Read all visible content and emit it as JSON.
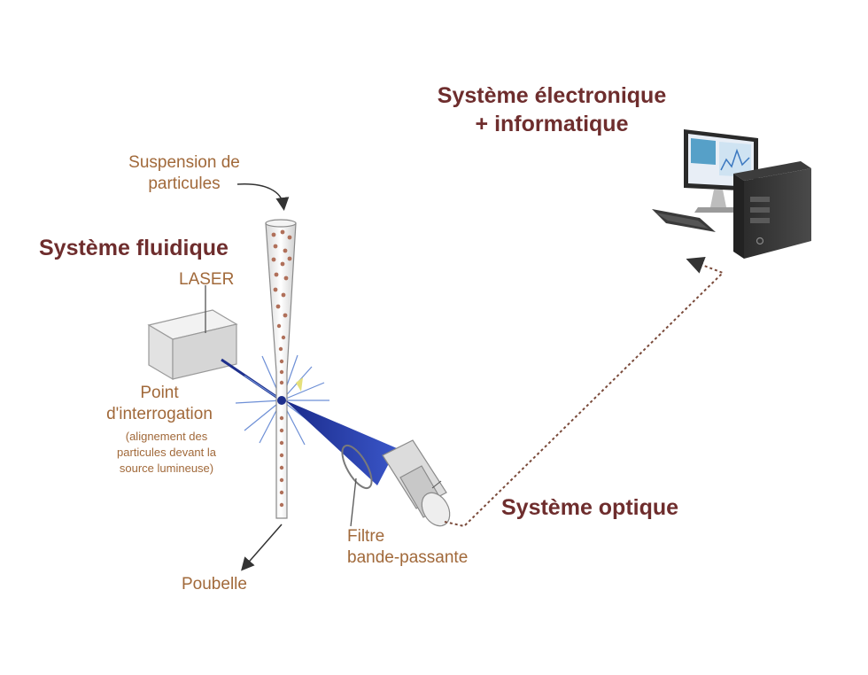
{
  "headings": {
    "fluidic": "Système fluidique",
    "electronic_line1": "Système électronique",
    "electronic_line2": "+ informatique",
    "optical": "Système optique"
  },
  "labels": {
    "suspension_line1": "Suspension de",
    "suspension_line2": "particules",
    "laser": "LASER",
    "point_line1": "Point",
    "point_line2": "d'interrogation",
    "point_note_line1": "(alignement  des",
    "point_note_line2": "particules devant  la",
    "point_note_line3": "source lumineuse)",
    "filter_line1": "Filtre",
    "filter_line2": "bande-passante",
    "trash": "Poubelle"
  },
  "colors": {
    "heading": "#6e2d2d",
    "label": "#a1693a",
    "laser_beam": "#1e2f8c",
    "scatter_rays": "#6d8fd6",
    "particles": "#b0705a"
  },
  "icons": {
    "laser_source": "laser-box-icon",
    "flow_tube": "flow-cell-tube-icon",
    "optical_lens": "lens-assembly-icon",
    "computer": "desktop-computer-icon"
  }
}
